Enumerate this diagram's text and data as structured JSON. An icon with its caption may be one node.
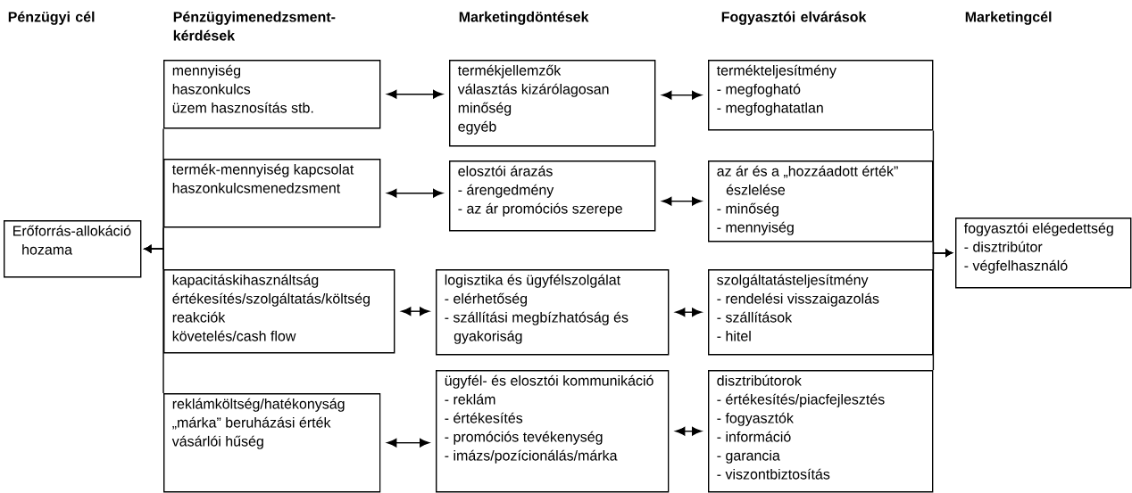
{
  "diagram": {
    "nodes": [
      {
        "text": [
          "Erőforrás-allokáció hozama"
        ]
      },
      {
        "text": [
          "mennyiség",
          "haszonkulcs",
          "üzem hasznosítás stb."
        ]
      },
      {
        "text": [
          "termék-mennyiség kapcsolat",
          "haszonkulcsmenedzsment"
        ]
      },
      {
        "text": [
          "kapacitáskihasználtság",
          "értékesítés/szolgáltatás/költség",
          "reakciók",
          "követelés/cash flow"
        ]
      },
      {
        "text": [
          "reklámköltség/hatékonyság",
          "„márka” beruházási érték",
          "vásárlói hűség"
        ]
      },
      {
        "text": [
          "termékjellemzők",
          "választás kizárólagosan",
          "minőség",
          "egyéb"
        ]
      },
      {
        "text": [
          "elosztói árazás",
          "- árengedmény",
          "- az ár promóciós szerepe"
        ]
      },
      {
        "text": [
          "logisztika és ügyfélszolgálat",
          "- elérhetőség",
          "- szállítási megbízhatóság és gyakoriság"
        ]
      },
      {
        "text": [
          "ügyfél- és elosztói kommunikáció",
          "- reklám",
          "- értékesítés",
          "- promóciós tevékenység",
          "- imázs/pozícionálás/márka"
        ]
      },
      {
        "text": [
          "termékteljesítmény",
          "- megfogható",
          "- megfoghatatlan"
        ]
      },
      {
        "text": [
          "az ár és a „hozzáadott érték” észlelése",
          "- minőség",
          "- mennyiség"
        ]
      },
      {
        "text": [
          "szolgáltatásteljesítmény",
          "- rendelési visszaigazolás",
          "- szállítások",
          "- hitel"
        ]
      },
      {
        "text": [
          "disztribútorok",
          "- értékesítés/piacfejlesztés",
          "- fogyasztók",
          "- információ",
          "- garancia",
          "- viszontbiztosítás"
        ]
      },
      {
        "text": [
          "fogyasztói elégedettség",
          "- disztribútor",
          "- végfelhasználó"
        ]
      }
    ],
    "edges": [
      {
        "from": 1,
        "to": 0,
        "arrow": "to"
      },
      {
        "from": 2,
        "to": 0,
        "arrow": "to"
      },
      {
        "from": 3,
        "to": 0,
        "arrow": "to"
      },
      {
        "from": 4,
        "to": 0,
        "arrow": "to"
      },
      {
        "from": 1,
        "to": 5,
        "arrow": "both"
      },
      {
        "from": 2,
        "to": 6,
        "arrow": "both"
      },
      {
        "from": 3,
        "to": 7,
        "arrow": "both"
      },
      {
        "from": 4,
        "to": 8,
        "arrow": "both"
      },
      {
        "from": 5,
        "to": 9,
        "arrow": "both"
      },
      {
        "from": 6,
        "to": 10,
        "arrow": "both"
      },
      {
        "from": 7,
        "to": 11,
        "arrow": "both"
      },
      {
        "from": 8,
        "to": 12,
        "arrow": "both"
      },
      {
        "from": 9,
        "to": 13,
        "arrow": "to"
      },
      {
        "from": 10,
        "to": 13,
        "arrow": "to"
      },
      {
        "from": 11,
        "to": 13,
        "arrow": "to"
      },
      {
        "from": 12,
        "to": 13,
        "arrow": "to"
      }
    ],
    "labels": [
      "Pénzügyi cél",
      "Pénzügyimenedzsment-kérdések",
      "Marketingdöntések",
      "Fogyasztói elvárások",
      "Marketingcél"
    ]
  }
}
